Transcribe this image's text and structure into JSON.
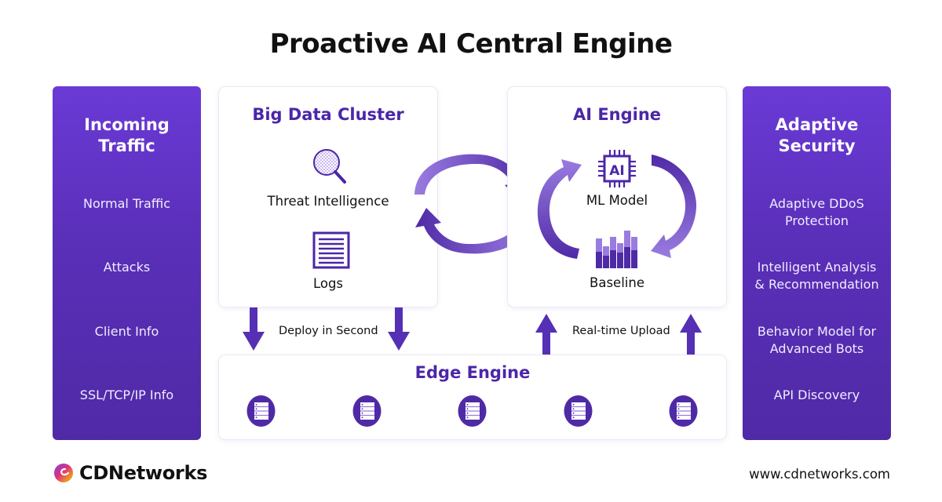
{
  "title": "Proactive AI Central Engine",
  "colors": {
    "primary": "#4b26a8",
    "panel_top": "#6a3ad6",
    "panel_bottom": "#4f2aa6",
    "arrow_light": "#9a7ce0",
    "arrow_dark": "#4f2aa6"
  },
  "incoming_traffic": {
    "title_line1": "Incoming",
    "title_line2": "Traffic",
    "items": [
      "Normal Traffic",
      "Attacks",
      "Client Info",
      "SSL/TCP/IP Info"
    ]
  },
  "big_data_cluster": {
    "title": "Big Data Cluster",
    "items": [
      {
        "label": "Threat Intelligence",
        "icon": "magnifier-icon"
      },
      {
        "label": "Logs",
        "icon": "document-icon"
      }
    ]
  },
  "ai_engine": {
    "title": "AI Engine",
    "items": [
      {
        "label": "ML Model",
        "icon": "ai-chip-icon",
        "icon_text": "AI"
      },
      {
        "label": "Baseline",
        "icon": "bar-chart-icon"
      }
    ]
  },
  "adaptive_security": {
    "title_line1": "Adaptive",
    "title_line2": "Security",
    "items": [
      {
        "line1": "Adaptive DDoS",
        "line2": "Protection"
      },
      {
        "line1": "Intelligent Analysis",
        "line2": "& Recommendation"
      },
      {
        "line1": "Behavior Model for",
        "line2": "Advanced Bots"
      },
      {
        "line1": "API Discovery",
        "line2": ""
      }
    ]
  },
  "edge_engine": {
    "title": "Edge Engine",
    "server_count": 5
  },
  "flows": {
    "deploy_label": "Deploy in Second",
    "upload_label": "Real-time Upload"
  },
  "footer": {
    "brand": "CDNetworks",
    "website": "www.cdnetworks.com"
  }
}
